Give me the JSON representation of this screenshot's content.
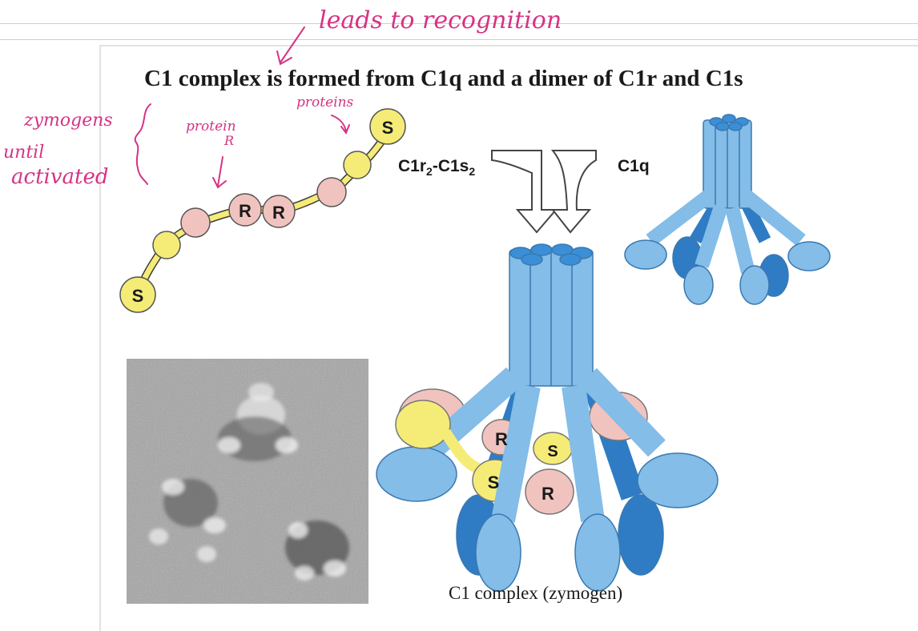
{
  "slide": {
    "title": "C1 complex is formed from C1q and a dimer of C1r and C1s",
    "caption": "C1 complex (zymogen)",
    "labels": {
      "dimer_main": "C1r",
      "dimer_sub1": "2",
      "dimer_mid": "-C1s",
      "dimer_sub2": "2",
      "c1q": "C1q"
    },
    "bead_letters": {
      "s": "S",
      "r": "R"
    }
  },
  "annotations": {
    "leads": "leads to recognition",
    "zymogens": "zymogens",
    "until": "until",
    "activated": "activated",
    "protein": "protein",
    "protein_letter": "R",
    "proteins": "proteins"
  },
  "colors": {
    "stalk_light": "#83bde8",
    "stalk_dark": "#2f7cc4",
    "stalk_edge": "#3a78b0",
    "c1s_yellow": "#f5ec78",
    "c1r_pink": "#f1c3bf",
    "ink": "#d63384"
  },
  "icons": [
    "down-arrow-icon"
  ]
}
